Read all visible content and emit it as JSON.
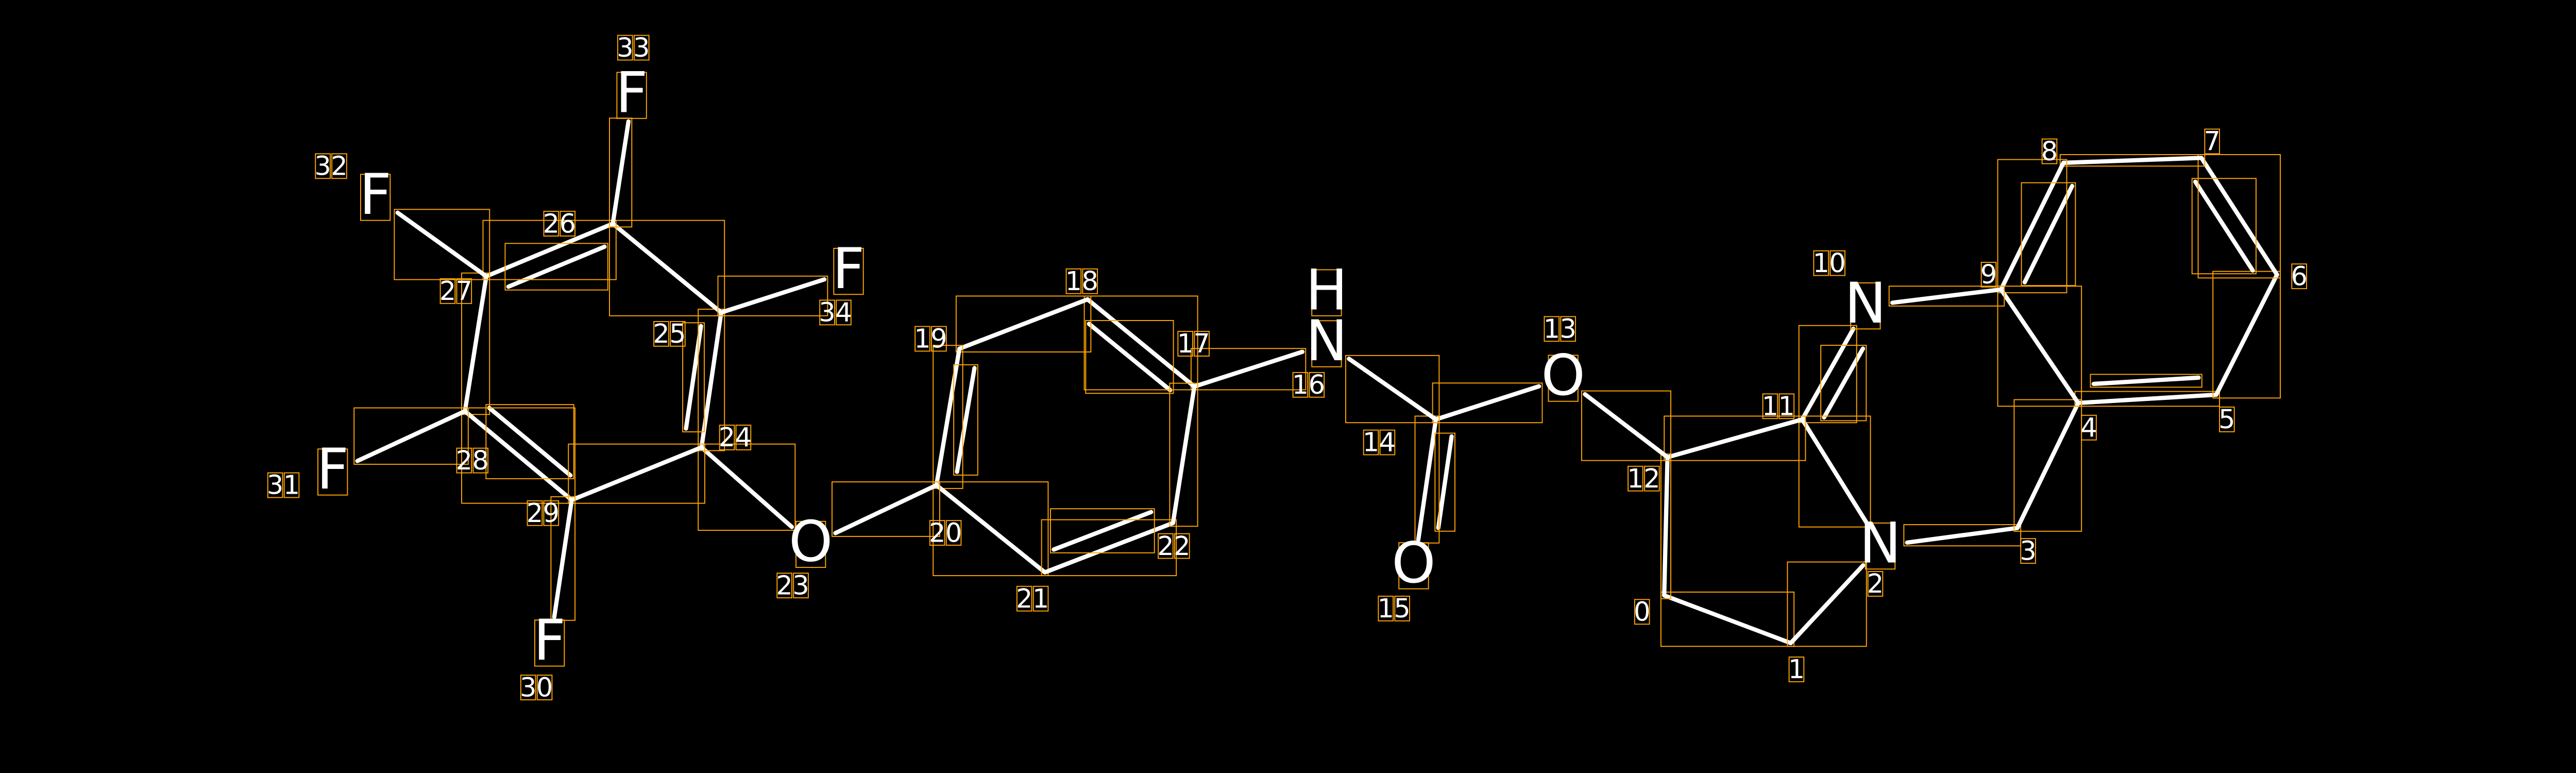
{
  "diagram": {
    "type": "molecule-graph",
    "colors": {
      "background": "#000000",
      "bond": "#ffffff",
      "box": "#ffa500",
      "text": "#ffffff"
    },
    "atoms": [
      {
        "index": "0",
        "element": ""
      },
      {
        "index": "1",
        "element": ""
      },
      {
        "index": "2",
        "element": "N"
      },
      {
        "index": "3",
        "element": ""
      },
      {
        "index": "4",
        "element": ""
      },
      {
        "index": "5",
        "element": ""
      },
      {
        "index": "6",
        "element": ""
      },
      {
        "index": "7",
        "element": ""
      },
      {
        "index": "8",
        "element": ""
      },
      {
        "index": "9",
        "element": ""
      },
      {
        "index": "10",
        "element": "N"
      },
      {
        "index": "11",
        "element": ""
      },
      {
        "index": "12",
        "element": ""
      },
      {
        "index": "13",
        "element": "O"
      },
      {
        "index": "14",
        "element": ""
      },
      {
        "index": "15",
        "element": "O"
      },
      {
        "index": "16",
        "element": "N",
        "hydrogen": "H"
      },
      {
        "index": "17",
        "element": ""
      },
      {
        "index": "18",
        "element": ""
      },
      {
        "index": "19",
        "element": ""
      },
      {
        "index": "20",
        "element": ""
      },
      {
        "index": "21",
        "element": ""
      },
      {
        "index": "22",
        "element": ""
      },
      {
        "index": "23",
        "element": "O"
      },
      {
        "index": "24",
        "element": ""
      },
      {
        "index": "25",
        "element": ""
      },
      {
        "index": "26",
        "element": ""
      },
      {
        "index": "27",
        "element": ""
      },
      {
        "index": "28",
        "element": ""
      },
      {
        "index": "29",
        "element": ""
      },
      {
        "index": "30",
        "element": "F"
      },
      {
        "index": "31",
        "element": "F"
      },
      {
        "index": "32",
        "element": "F"
      },
      {
        "index": "33",
        "element": "F"
      },
      {
        "index": "34",
        "element": "F"
      }
    ],
    "bonds": [
      [
        0,
        1,
        1
      ],
      [
        1,
        2,
        1
      ],
      [
        2,
        3,
        1
      ],
      [
        3,
        4,
        1
      ],
      [
        4,
        5,
        2
      ],
      [
        5,
        6,
        1
      ],
      [
        6,
        7,
        2
      ],
      [
        7,
        8,
        1
      ],
      [
        8,
        9,
        2
      ],
      [
        9,
        4,
        1
      ],
      [
        9,
        10,
        1
      ],
      [
        10,
        11,
        2
      ],
      [
        11,
        2,
        1
      ],
      [
        11,
        12,
        1
      ],
      [
        12,
        0,
        1
      ],
      [
        12,
        13,
        1
      ],
      [
        13,
        14,
        1
      ],
      [
        14,
        15,
        2
      ],
      [
        14,
        16,
        1
      ],
      [
        16,
        17,
        1
      ],
      [
        17,
        18,
        2
      ],
      [
        18,
        19,
        1
      ],
      [
        19,
        20,
        2
      ],
      [
        20,
        21,
        1
      ],
      [
        21,
        22,
        2
      ],
      [
        22,
        17,
        1
      ],
      [
        20,
        23,
        1
      ],
      [
        23,
        24,
        1
      ],
      [
        24,
        25,
        2
      ],
      [
        25,
        26,
        1
      ],
      [
        26,
        27,
        2
      ],
      [
        27,
        28,
        1
      ],
      [
        28,
        29,
        2
      ],
      [
        29,
        24,
        1
      ],
      [
        26,
        33,
        1
      ],
      [
        27,
        32,
        1
      ],
      [
        25,
        34,
        1
      ],
      [
        28,
        31,
        1
      ],
      [
        29,
        30,
        1
      ]
    ]
  }
}
